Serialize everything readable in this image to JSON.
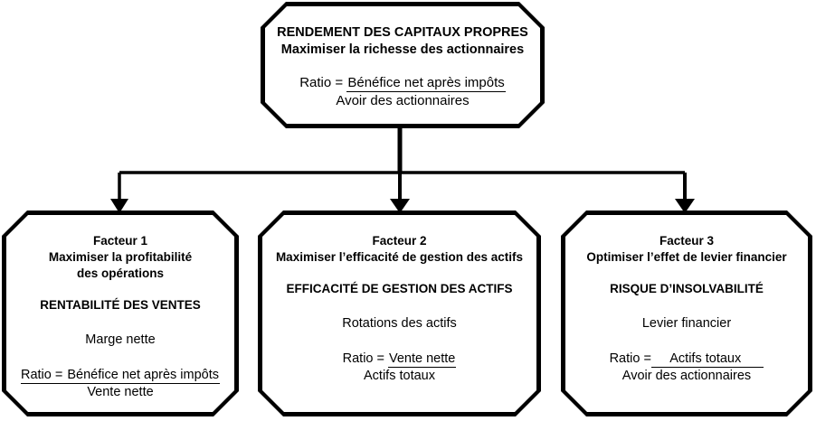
{
  "diagram": {
    "title": "Rendement des capitaux propres - arbre des facteurs",
    "language": "fr",
    "colors": {
      "background": "#ffffff",
      "stroke": "#000000",
      "text": "#000000"
    },
    "root": {
      "heading": "RENDEMENT DES CAPITAUX PROPRES",
      "subheading": "Maximiser la richesse des actionnaires",
      "ratio": {
        "label": "Ratio = ",
        "numerator": "Bénéfice net après impôts",
        "denominator": "Avoir des actionnaires"
      }
    },
    "factors": [
      {
        "id": "facteur-1",
        "heading": "Facteur 1",
        "subheading_lines": [
          "Maximiser la profitabilité",
          "des opérations"
        ],
        "caps_title": "RENTABILITÉ DES VENTES",
        "measure": "Marge nette",
        "ratio": {
          "label": "Ratio = ",
          "numerator": "Bénéfice net après impôts",
          "denominator": "Vente nette"
        }
      },
      {
        "id": "facteur-2",
        "heading": "Facteur 2",
        "subheading_lines": [
          "Maximiser l’efficacité de gestion des actifs"
        ],
        "caps_title": "EFFICACITÉ DE GESTION DES ACTIFS",
        "measure": "Rotations des actifs",
        "ratio": {
          "label": "Ratio = ",
          "numerator": " Vente nette ",
          "denominator": "Actifs totaux"
        }
      },
      {
        "id": "facteur-3",
        "heading": "Facteur 3",
        "subheading_lines": [
          "Optimiser l’effet de levier financier"
        ],
        "caps_title": "RISQUE D’INSOLVABILITÉ",
        "measure": "Levier financier",
        "ratio": {
          "label": "Ratio =",
          "numerator": "     Actifs totaux      ",
          "denominator": "Avoir des actionnaires"
        }
      }
    ],
    "connectors": {
      "description": "Flèche verticale du bloc supérieur vers une barre horizontale de distribution, puis trois flèches descendantes vers les trois facteurs",
      "arrow_count": 3
    }
  }
}
